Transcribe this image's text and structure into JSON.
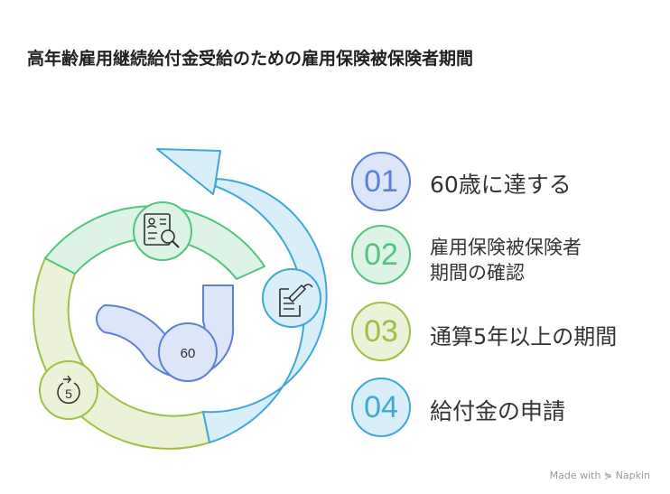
{
  "title": "高年齢雇用継続給付金受給のための雇用保険被保険者期間",
  "steps": [
    {
      "number": "01",
      "label": "60歳に達する",
      "color": "#5c7fd8"
    },
    {
      "number": "02",
      "label_line1": "雇用保険被保険者",
      "label_line2": "期間の確認",
      "color": "#52c47e"
    },
    {
      "number": "03",
      "label": "通算5年以上の期間",
      "color": "#9dc046"
    },
    {
      "number": "04",
      "label": "給付金の申請",
      "color": "#3fa8d8"
    }
  ],
  "diagram": {
    "age_badge": "60",
    "years_badge": "5",
    "icons": [
      "document-search-icon",
      "clock-five-icon",
      "application-form-icon"
    ]
  },
  "footer": "Made with ⋟ Napkin"
}
